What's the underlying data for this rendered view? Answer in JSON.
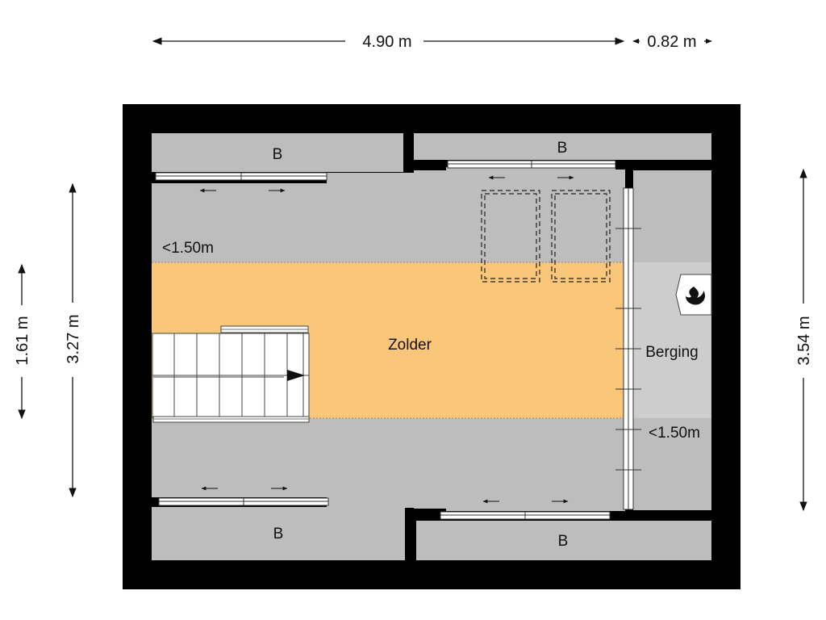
{
  "dimensions": {
    "top_main": "4.90 m",
    "top_small": "0.82 m",
    "left_outer": "1.61 m",
    "left_inner": "3.27 m",
    "right": "3.54 m"
  },
  "rooms": {
    "main": "Zolder",
    "storage": "Berging",
    "b_top_left": "B",
    "b_top_right": "B",
    "b_bottom_left": "B",
    "b_bottom_right": "B"
  },
  "notes": {
    "height_top": "<1.50m",
    "height_bottom": "<1.50m"
  },
  "icons": {
    "boiler": "flame-icon",
    "stair_direction": "stair-arrow-icon"
  },
  "colors": {
    "wall": "#000000",
    "low_area": "#bdbdbd",
    "full_height_area": "#fac679",
    "storage": "#cdcdcd"
  }
}
